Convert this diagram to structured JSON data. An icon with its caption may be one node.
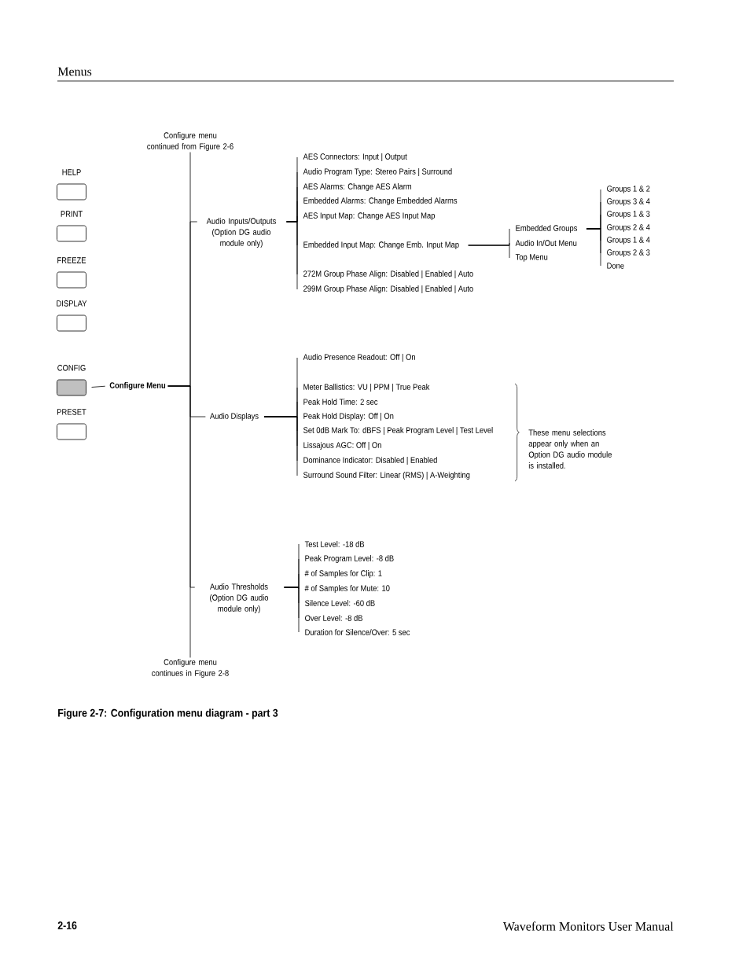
{
  "diagram": {
    "caption": "Figure 2-7: Configuration menu diagram - part 3",
    "nodes": [
      {
        "text": [
          "Configure menu continued from Figure 2-6"
        ]
      },
      {
        "text": [
          "HELP"
        ]
      },
      {
        "text": [
          "PRINT"
        ]
      },
      {
        "text": [
          "FREEZE"
        ]
      },
      {
        "text": [
          "DISPLAY"
        ]
      },
      {
        "text": [
          "CONFIG"
        ]
      },
      {
        "text": [
          "PRESET"
        ]
      },
      {
        "text": [
          "Configure Menu"
        ]
      },
      {
        "text": [
          "Audio Inputs/Outputs (Option DG audio module only)"
        ]
      },
      {
        "text": [
          "Audio Displays"
        ]
      },
      {
        "text": [
          "Audio Thresholds (Option DG audio module only)"
        ]
      },
      {
        "text": [
          "Configure menu continues in Figure 2-8"
        ]
      },
      {
        "text": [
          "AES Connectors: Input | Output"
        ]
      },
      {
        "text": [
          "Audio Program Type: Stereo Pairs | Surround"
        ]
      },
      {
        "text": [
          "AES Alarms: Change AES Alarm"
        ]
      },
      {
        "text": [
          "Embedded Alarms: Change Embedded Alarms"
        ]
      },
      {
        "text": [
          "AES Input Map: Change AES Input Map"
        ]
      },
      {
        "text": [
          "Embedded Input Map: Change Emb. Input Map"
        ]
      },
      {
        "text": [
          "272M Group Phase Align: Disabled | Enabled | Auto"
        ]
      },
      {
        "text": [
          "299M Group Phase Align: Disabled | Enabled | Auto"
        ]
      },
      {
        "text": [
          "Embedded Groups"
        ]
      },
      {
        "text": [
          "Audio In/Out Menu"
        ]
      },
      {
        "text": [
          "Top Menu"
        ]
      },
      {
        "text": [
          "Groups 1 & 2"
        ]
      },
      {
        "text": [
          "Groups 3 & 4"
        ]
      },
      {
        "text": [
          "Groups 1 & 3"
        ]
      },
      {
        "text": [
          "Groups 2 & 4"
        ]
      },
      {
        "text": [
          "Groups 1 & 4"
        ]
      },
      {
        "text": [
          "Groups 2 & 3"
        ]
      },
      {
        "text": [
          "Done"
        ]
      },
      {
        "text": [
          "Audio Presence Readout: Off | On"
        ]
      },
      {
        "text": [
          "Meter Ballistics: VU | PPM | True Peak"
        ]
      },
      {
        "text": [
          "Peak Hold Time: 2 sec"
        ]
      },
      {
        "text": [
          "Peak Hold Display: Off | On"
        ]
      },
      {
        "text": [
          "Set 0dB Mark To: dBFS | Peak Program Level | Test Level"
        ]
      },
      {
        "text": [
          "Lissajous AGC: Off | On"
        ]
      },
      {
        "text": [
          "Dominance Indicator: Disabled | Enabled"
        ]
      },
      {
        "text": [
          "Surround Sound Filter: Linear (RMS) | A-Weighting"
        ]
      },
      {
        "text": [
          "Test Level: -18 dB"
        ]
      },
      {
        "text": [
          "Peak Program Level: -8 dB"
        ]
      },
      {
        "text": [
          "# of Samples for Clip: 1"
        ]
      },
      {
        "text": [
          "# of Samples for Mute: 10"
        ]
      },
      {
        "text": [
          "Silence Level: -60 dB"
        ]
      },
      {
        "text": [
          "Over Level: -8 dB"
        ]
      },
      {
        "text": [
          "Duration for Silence/Over: 5 sec"
        ]
      }
    ],
    "edges": [
      {
        "from": 5,
        "to": 7,
        "arrow": "none"
      },
      {
        "from": 0,
        "to": 7,
        "arrow": "none"
      },
      {
        "from": 7,
        "to": 8,
        "arrow": "none"
      },
      {
        "from": 7,
        "to": 9,
        "arrow": "none"
      },
      {
        "from": 7,
        "to": 10,
        "arrow": "none"
      },
      {
        "from": 7,
        "to": 11,
        "arrow": "none"
      },
      {
        "from": 8,
        "to": 12,
        "arrow": "none"
      },
      {
        "from": 8,
        "to": 13,
        "arrow": "none"
      },
      {
        "from": 8,
        "to": 14,
        "arrow": "none"
      },
      {
        "from": 8,
        "to": 15,
        "arrow": "none"
      },
      {
        "from": 8,
        "to": 16,
        "arrow": "none"
      },
      {
        "from": 8,
        "to": 17,
        "arrow": "none"
      },
      {
        "from": 8,
        "to": 18,
        "arrow": "none"
      },
      {
        "from": 8,
        "to": 19,
        "arrow": "none"
      },
      {
        "from": 17,
        "to": 20,
        "arrow": "none"
      },
      {
        "from": 17,
        "to": 21,
        "arrow": "none"
      },
      {
        "from": 17,
        "to": 22,
        "arrow": "none"
      },
      {
        "from": 20,
        "to": 23,
        "arrow": "none"
      },
      {
        "from": 20,
        "to": 24,
        "arrow": "none"
      },
      {
        "from": 20,
        "to": 25,
        "arrow": "none"
      },
      {
        "from": 20,
        "to": 26,
        "arrow": "none"
      },
      {
        "from": 20,
        "to": 27,
        "arrow": "none"
      },
      {
        "from": 20,
        "to": 28,
        "arrow": "none"
      },
      {
        "from": 20,
        "to": 29,
        "arrow": "none"
      },
      {
        "from": 9,
        "to": 30,
        "arrow": "none"
      },
      {
        "from": 9,
        "to": 31,
        "arrow": "none"
      },
      {
        "from": 9,
        "to": 32,
        "arrow": "none"
      },
      {
        "from": 9,
        "to": 33,
        "arrow": "none"
      },
      {
        "from": 9,
        "to": 34,
        "arrow": "none"
      },
      {
        "from": 9,
        "to": 35,
        "arrow": "none"
      },
      {
        "from": 9,
        "to": 36,
        "arrow": "none"
      },
      {
        "from": 9,
        "to": 37,
        "arrow": "none"
      },
      {
        "from": 10,
        "to": 38,
        "arrow": "none"
      },
      {
        "from": 10,
        "to": 39,
        "arrow": "none"
      },
      {
        "from": 10,
        "to": 40,
        "arrow": "none"
      },
      {
        "from": 10,
        "to": 41,
        "arrow": "none"
      },
      {
        "from": 10,
        "to": 42,
        "arrow": "none"
      },
      {
        "from": 10,
        "to": 43,
        "arrow": "none"
      },
      {
        "from": 10,
        "to": 44,
        "arrow": "none"
      }
    ],
    "labels": [
      "Menus",
      "These menu selections appear only when an Option DG audio module is installed.",
      "2-16",
      "Waveform Monitors User Manual"
    ]
  }
}
